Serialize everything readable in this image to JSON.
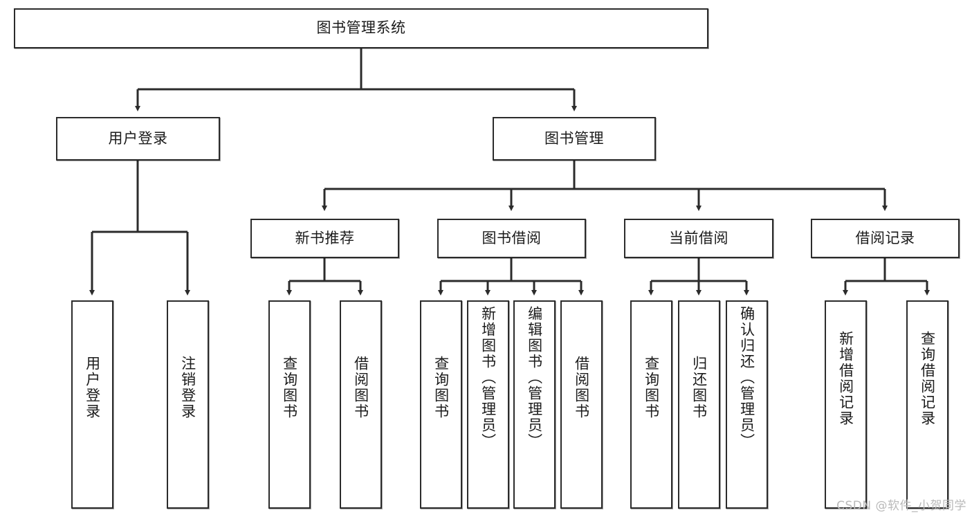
{
  "diagram": {
    "type": "tree-hierarchy",
    "title": "图书管理系统",
    "watermark": "CSDN @软件_小贺同学",
    "colors": {
      "stroke": "#2b2b2b",
      "fill": "#ffffff",
      "text": "#1b1b1b",
      "watermark": "#b9b9b9"
    },
    "levels": {
      "root": {
        "label": "图书管理系统"
      },
      "level2": [
        {
          "id": "user-login",
          "label": "用户登录"
        },
        {
          "id": "book-manage",
          "label": "图书管理"
        }
      ],
      "level3": [
        {
          "id": "new-book-recommend",
          "label": "新书推荐"
        },
        {
          "id": "book-borrow",
          "label": "图书借阅"
        },
        {
          "id": "current-borrow",
          "label": "当前借阅"
        },
        {
          "id": "borrow-record",
          "label": "借阅记录"
        }
      ],
      "leaves": {
        "user-login": [
          {
            "id": "leaf-user-login",
            "label": "用户登录"
          },
          {
            "id": "leaf-user-logout",
            "label": "注销登录"
          }
        ],
        "new-book-recommend": [
          {
            "id": "leaf-query-book-1",
            "label": "查询图书"
          },
          {
            "id": "leaf-borrow-book-1",
            "label": "借阅图书"
          }
        ],
        "book-borrow": [
          {
            "id": "leaf-query-book-2",
            "label": "查询图书"
          },
          {
            "id": "leaf-add-book",
            "label": "新增图书（管理员）"
          },
          {
            "id": "leaf-edit-book",
            "label": "编辑图书（管理员）"
          },
          {
            "id": "leaf-borrow-book-2",
            "label": "借阅图书"
          }
        ],
        "current-borrow": [
          {
            "id": "leaf-query-book-3",
            "label": "查询图书"
          },
          {
            "id": "leaf-return-book",
            "label": "归还图书"
          },
          {
            "id": "leaf-confirm-return",
            "label": "确认归还（管理员）"
          }
        ],
        "borrow-record": [
          {
            "id": "leaf-add-record",
            "label": "新增借阅记录"
          },
          {
            "id": "leaf-query-record",
            "label": "查询借阅记录"
          }
        ]
      }
    }
  }
}
